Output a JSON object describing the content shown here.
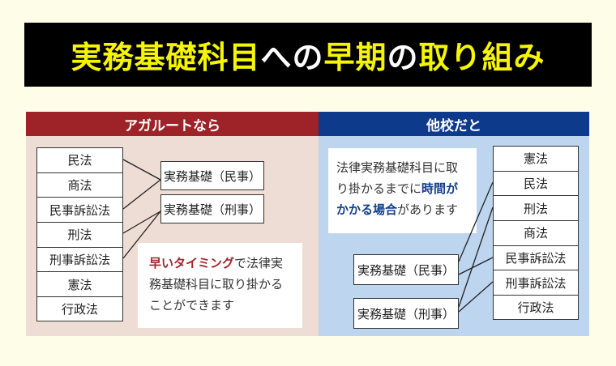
{
  "title": {
    "part1": "実務基礎科目",
    "part2": "への",
    "part3": "早期",
    "part4": "の",
    "part5": "取り組み"
  },
  "left": {
    "header": "アガルートなら",
    "subjects": [
      "民法",
      "商法",
      "民事訴訟法",
      "刑法",
      "刑事訴訟法",
      "憲法",
      "行政法"
    ],
    "targets": [
      "実務基礎（民事）",
      "実務基礎（刑事）"
    ],
    "note": {
      "highlight": "早いタイミング",
      "rest": "で法律実務基礎科目に取り掛かることができます"
    }
  },
  "right": {
    "header": "他校だと",
    "subjects": [
      "憲法",
      "民法",
      "刑法",
      "商法",
      "民事訴訟法",
      "刑事訴訟法",
      "行政法"
    ],
    "targets": [
      "実務基礎（民事）",
      "実務基礎（刑事）"
    ],
    "note": {
      "before": "法律実務基礎科目に取り掛かるまでに",
      "highlight": "時間がかかる場合",
      "after": "があります"
    }
  },
  "colors": {
    "left_header": "#9d2328",
    "right_header": "#0d3a8b",
    "left_bg": "#eeddd4",
    "right_bg": "#bdd5ee"
  }
}
